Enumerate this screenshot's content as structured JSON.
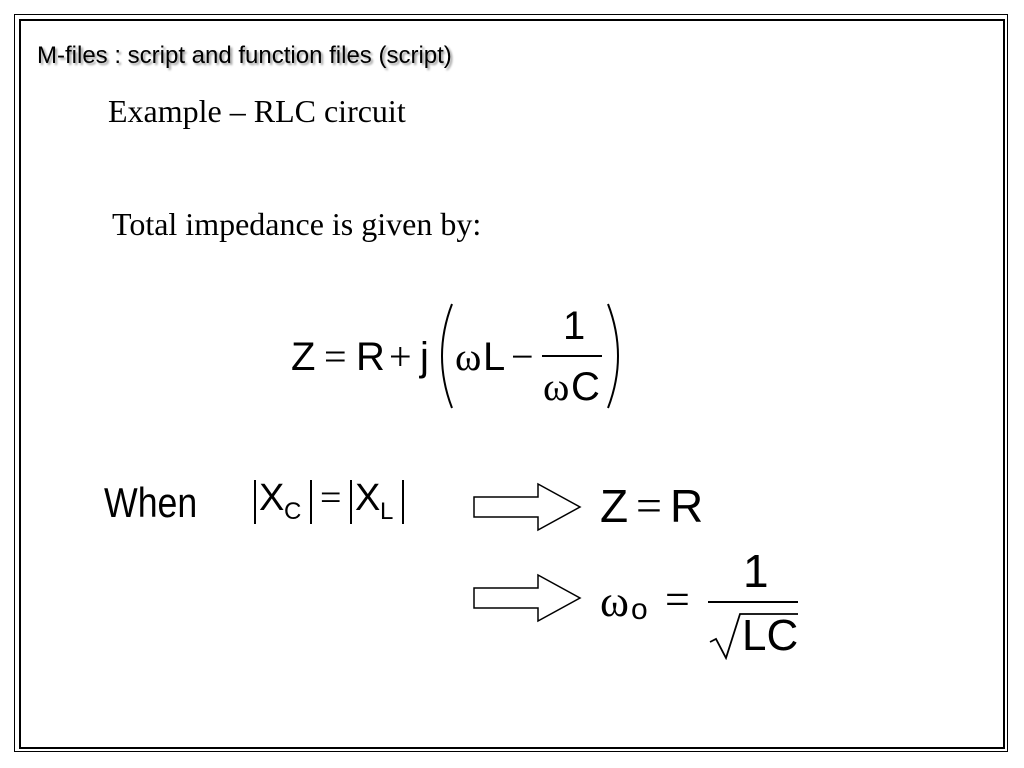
{
  "slide": {
    "header": "M-files : script and function files (script)",
    "subtitle": "Example – RLC circuit",
    "body_text": "Total impedance is given by:"
  },
  "impedance_equation": {
    "Z": "Z",
    "eq": "=",
    "R": "R",
    "plus": "+",
    "j": "j",
    "omega": "ω",
    "L": "L",
    "minus": "−",
    "numerator": "1",
    "den_omega": "ω",
    "den_C": "C"
  },
  "condition": {
    "when": "When",
    "X1": "X",
    "sub1": "C",
    "eq": "=",
    "X2": "X",
    "sub2": "L"
  },
  "result1": {
    "Z": "Z",
    "eq": "=",
    "R": "R"
  },
  "result2": {
    "omega": "ω",
    "sub": "o",
    "eq": "=",
    "numerator": "1",
    "denominator": "LC"
  }
}
